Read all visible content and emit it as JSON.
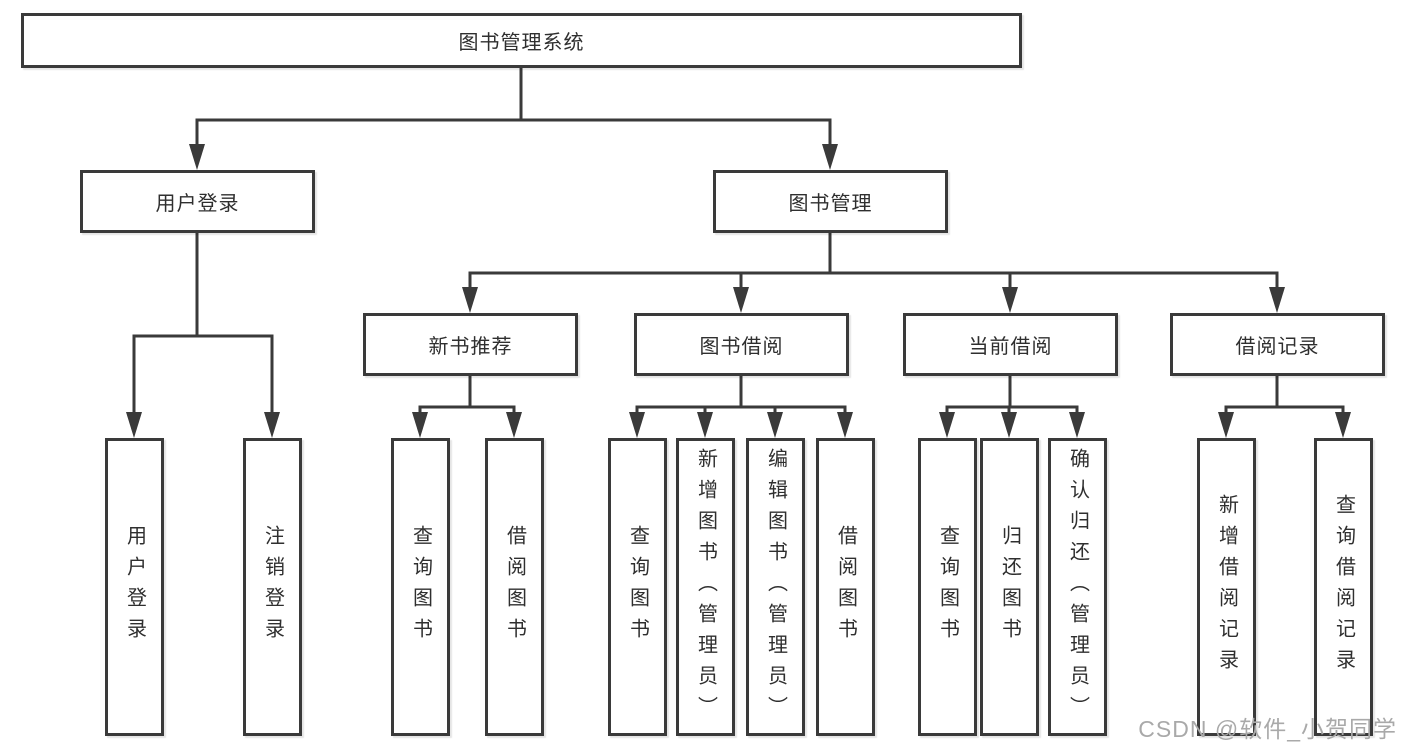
{
  "diagram": {
    "title": "图书管理系统",
    "nodes": {
      "root": "图书管理系统",
      "user_login": "用户登录",
      "book_mgmt": "图书管理",
      "new_book_rec": "新书推荐",
      "book_borrow": "图书借阅",
      "current_borrow": "当前借阅",
      "borrow_records": "借阅记录",
      "leaves": {
        "user_login": [
          "用户登录",
          "注销登录"
        ],
        "new_book_rec": [
          "查询图书",
          "借阅图书"
        ],
        "book_borrow": [
          "查询图书",
          "新增图书（管理员）",
          "编辑图书（管理员）",
          "借阅图书"
        ],
        "current_borrow": [
          "查询图书",
          "归还图书",
          "确认归还（管理员）"
        ],
        "borrow_records": [
          "新增借阅记录",
          "查询借阅记录"
        ]
      }
    }
  },
  "watermark": {
    "text": "CSDN @软件_小贺同学"
  },
  "colors": {
    "line": "#3a3a3a",
    "text": "#2f2f2f",
    "box_background": "#ffffff",
    "background": "#ffffff",
    "watermark": "#a9a9a9"
  }
}
